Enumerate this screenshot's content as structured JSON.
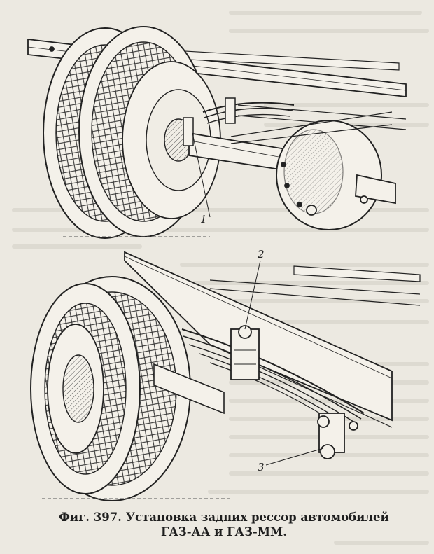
{
  "figure": {
    "callouts": [
      "1",
      "2",
      "3"
    ],
    "caption_line1": "Фиг. 397. Установка задних рессор автомобилей",
    "caption_line2": "ГАЗ-АА и ГАЗ-ММ."
  },
  "colors": {
    "paper": "#ece9e1",
    "ink": "#2a2a2a",
    "show_through": "#cfcbc2"
  }
}
